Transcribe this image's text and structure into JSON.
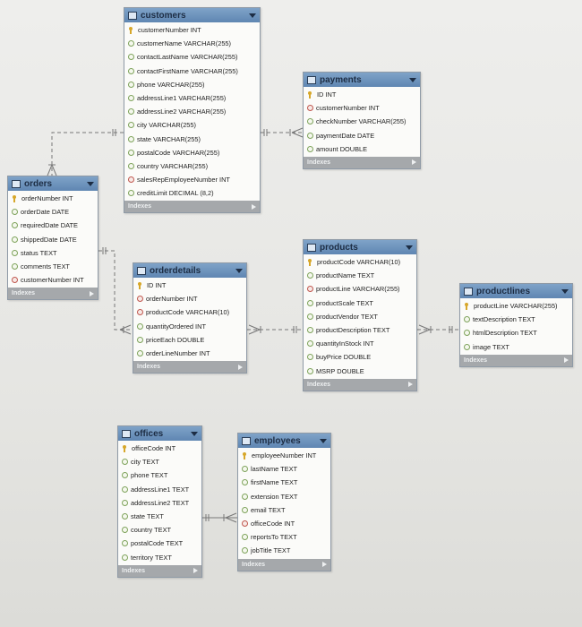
{
  "entities": {
    "customers": {
      "title": "customers",
      "columns": [
        {
          "label": "customerNumber INT",
          "kind": "key"
        },
        {
          "label": "customerName VARCHAR(255)",
          "kind": "att"
        },
        {
          "label": "contactLastName VARCHAR(255)",
          "kind": "att"
        },
        {
          "label": "contactFirstName VARCHAR(255)",
          "kind": "att"
        },
        {
          "label": "phone VARCHAR(255)",
          "kind": "att"
        },
        {
          "label": "addressLine1 VARCHAR(255)",
          "kind": "att"
        },
        {
          "label": "addressLine2 VARCHAR(255)",
          "kind": "att"
        },
        {
          "label": "city VARCHAR(255)",
          "kind": "att"
        },
        {
          "label": "state VARCHAR(255)",
          "kind": "att"
        },
        {
          "label": "postalCode VARCHAR(255)",
          "kind": "att"
        },
        {
          "label": "country VARCHAR(255)",
          "kind": "att"
        },
        {
          "label": "salesRepEmployeeNumber INT",
          "kind": "fk"
        },
        {
          "label": "creditLimit DECIMAL (8,2)",
          "kind": "att"
        }
      ],
      "footer": "Indexes"
    },
    "payments": {
      "title": "payments",
      "columns": [
        {
          "label": "ID INT",
          "kind": "key"
        },
        {
          "label": "customerNumber INT",
          "kind": "fk"
        },
        {
          "label": "checkNumber VARCHAR(255)",
          "kind": "att"
        },
        {
          "label": "paymentDate DATE",
          "kind": "att"
        },
        {
          "label": "amount DOUBLE",
          "kind": "att"
        }
      ],
      "footer": "Indexes"
    },
    "orders": {
      "title": "orders",
      "columns": [
        {
          "label": "orderNumber INT",
          "kind": "key"
        },
        {
          "label": "orderDate DATE",
          "kind": "att"
        },
        {
          "label": "requiredDate DATE",
          "kind": "att"
        },
        {
          "label": "shippedDate DATE",
          "kind": "att"
        },
        {
          "label": "status TEXT",
          "kind": "att"
        },
        {
          "label": "comments TEXT",
          "kind": "att"
        },
        {
          "label": "customerNumber INT",
          "kind": "fk"
        }
      ],
      "footer": "Indexes"
    },
    "orderdetails": {
      "title": "orderdetails",
      "columns": [
        {
          "label": "ID INT",
          "kind": "key"
        },
        {
          "label": "orderNumber INT",
          "kind": "fk"
        },
        {
          "label": "productCode VARCHAR(10)",
          "kind": "fk"
        },
        {
          "label": "quantityOrdered INT",
          "kind": "att"
        },
        {
          "label": "priceEach DOUBLE",
          "kind": "att"
        },
        {
          "label": "orderLineNumber INT",
          "kind": "att"
        }
      ],
      "footer": "Indexes"
    },
    "products": {
      "title": "products",
      "columns": [
        {
          "label": "productCode VARCHAR(10)",
          "kind": "key"
        },
        {
          "label": "productName TEXT",
          "kind": "att"
        },
        {
          "label": "productLine VARCHAR(255)",
          "kind": "fk"
        },
        {
          "label": "productScale TEXT",
          "kind": "att"
        },
        {
          "label": "productVendor TEXT",
          "kind": "att"
        },
        {
          "label": "productDescription TEXT",
          "kind": "att"
        },
        {
          "label": "quantityInStock INT",
          "kind": "att"
        },
        {
          "label": "buyPrice DOUBLE",
          "kind": "att"
        },
        {
          "label": "MSRP DOUBLE",
          "kind": "att"
        }
      ],
      "footer": "Indexes"
    },
    "productlines": {
      "title": "productlines",
      "columns": [
        {
          "label": "productLine VARCHAR(255)",
          "kind": "key"
        },
        {
          "label": "textDescription TEXT",
          "kind": "att"
        },
        {
          "label": "htmlDescription TEXT",
          "kind": "att"
        },
        {
          "label": "image TEXT",
          "kind": "att"
        }
      ],
      "footer": "Indexes"
    },
    "offices": {
      "title": "offices",
      "columns": [
        {
          "label": "officeCode INT",
          "kind": "key"
        },
        {
          "label": "city TEXT",
          "kind": "att"
        },
        {
          "label": "phone TEXT",
          "kind": "att"
        },
        {
          "label": "addressLine1 TEXT",
          "kind": "att"
        },
        {
          "label": "addressLine2 TEXT",
          "kind": "att"
        },
        {
          "label": "state TEXT",
          "kind": "att"
        },
        {
          "label": "country TEXT",
          "kind": "att"
        },
        {
          "label": "postalCode TEXT",
          "kind": "att"
        },
        {
          "label": "territory TEXT",
          "kind": "att"
        }
      ],
      "footer": "Indexes"
    },
    "employees": {
      "title": "employees",
      "columns": [
        {
          "label": "employeeNumber INT",
          "kind": "key"
        },
        {
          "label": "lastName TEXT",
          "kind": "att"
        },
        {
          "label": "firstName TEXT",
          "kind": "att"
        },
        {
          "label": "extension TEXT",
          "kind": "att"
        },
        {
          "label": "email TEXT",
          "kind": "att"
        },
        {
          "label": "officeCode INT",
          "kind": "fk"
        },
        {
          "label": "reportsTo TEXT",
          "kind": "att"
        },
        {
          "label": "jobTitle TEXT",
          "kind": "att"
        }
      ],
      "footer": "Indexes"
    }
  },
  "colors": {
    "header": "#6a90bb",
    "footer": "#a5a8ab",
    "key": "#d7a72a",
    "attribute": "#7ea35b",
    "foreign_key": "#c0574e",
    "line": "#777777"
  }
}
